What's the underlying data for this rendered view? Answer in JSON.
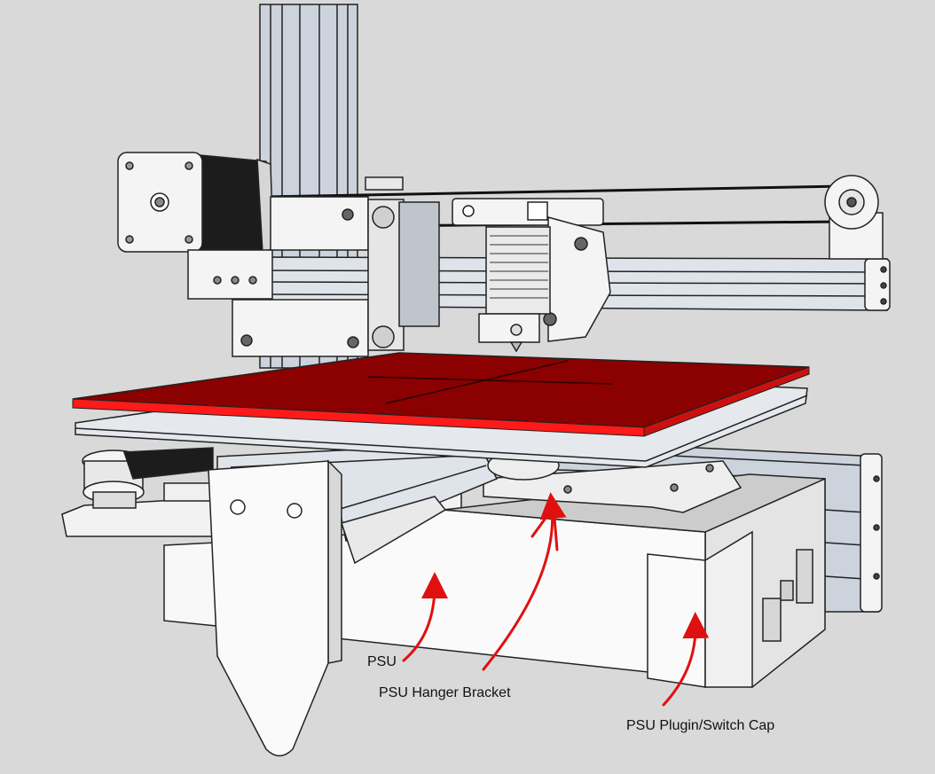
{
  "callouts": {
    "psu": "PSU",
    "psu_hanger_bracket": "PSU Hanger Bracket",
    "psu_plugin_switch_cap": "PSU Plugin/Switch Cap"
  },
  "colors": {
    "background": "#d9d9d9",
    "heated_bed": "#8b0000",
    "bed_edge": "#ff1a1a",
    "arrow": "#e01010",
    "aluminum_extrusion": "#cdd3dc",
    "printed_parts": "#f4f4f4",
    "stepper_motor": "#1c1c1c"
  }
}
